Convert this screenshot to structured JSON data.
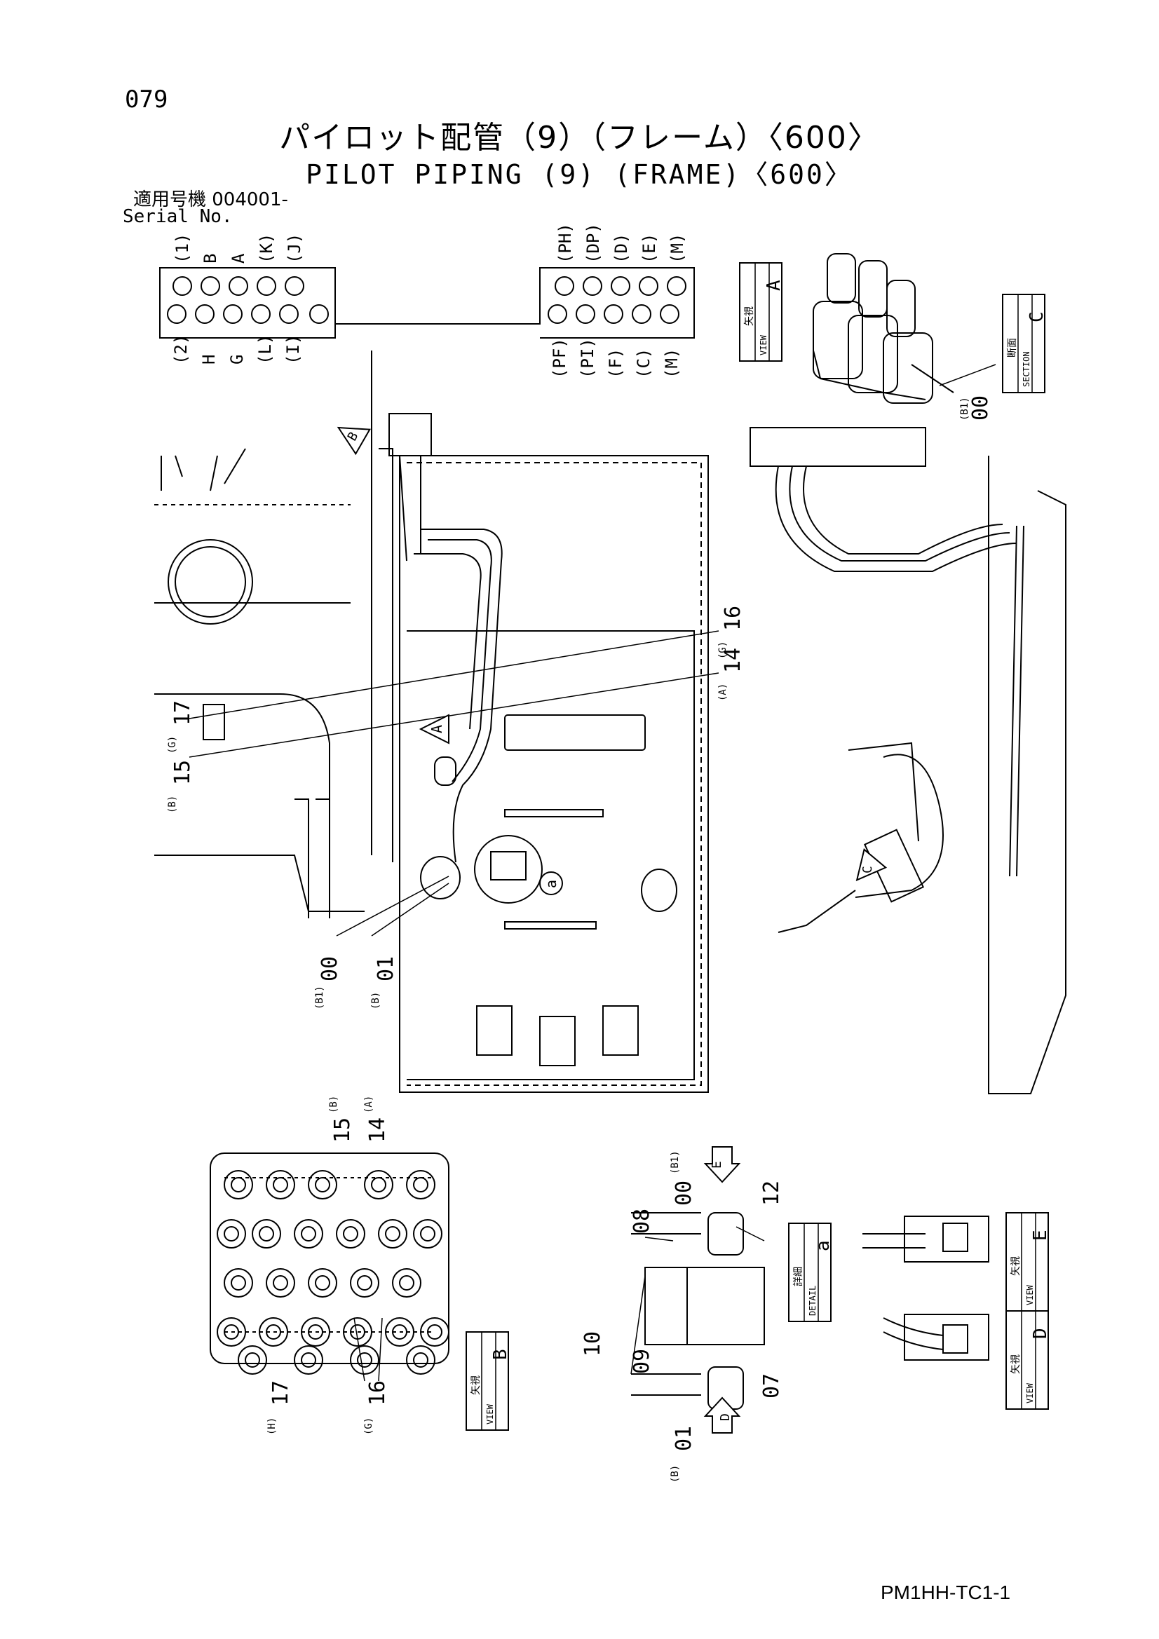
{
  "page_number": "079",
  "title_ja": "パイロット配管（9）（フレーム）〈600〉",
  "title_en": "PILOT PIPING (9) (FRAME)〈600〉",
  "serial_label_ja": "適用号機 004001-",
  "serial_label_en": "Serial No.",
  "document_code": "PM1HH-TC1-1",
  "view_labels": {
    "view_a": {
      "ja": "矢視",
      "en": "VIEW",
      "letter": "A"
    },
    "section_c": {
      "ja": "断面",
      "en": "SECTION",
      "letter": "C"
    },
    "view_b": {
      "ja": "矢視",
      "en": "VIEW",
      "letter": "B"
    },
    "detail_a": {
      "ja": "詳細",
      "en": "DETAIL",
      "letter": "a"
    },
    "view_e": {
      "ja": "矢視",
      "en": "VIEW",
      "letter": "E"
    },
    "view_d": {
      "ja": "矢視",
      "en": "VIEW",
      "letter": "D"
    }
  },
  "port_block_left": {
    "top": [
      "(1)",
      "B",
      "A",
      "(K)",
      "(J)"
    ],
    "bottom": [
      "(2)",
      "H",
      "G",
      "(L)",
      "(I)"
    ]
  },
  "port_block_right": {
    "top": [
      "(PH)",
      "(DP)",
      "(D)",
      "(E)",
      "(M)"
    ],
    "bottom": [
      "(PF)",
      "(PI)",
      "(F)",
      "(C)",
      "(M)"
    ]
  },
  "callouts": {
    "main": [
      {
        "num": "16",
        "sub": "(G)"
      },
      {
        "num": "14",
        "sub": "(A)"
      },
      {
        "num": "17",
        "sub": "(G)"
      },
      {
        "num": "15",
        "sub": "(B)"
      },
      {
        "num": "00",
        "sub": "(B1)"
      },
      {
        "num": "01",
        "sub": "(B)"
      }
    ],
    "section": {
      "num": "00",
      "sub": "(B1)"
    },
    "view_b": [
      {
        "num": "15",
        "sub": "(B)"
      },
      {
        "num": "14",
        "sub": "(A)"
      },
      {
        "num": "17",
        "sub": "(H)"
      },
      {
        "num": "16",
        "sub": "(G)"
      }
    ],
    "detail": [
      {
        "num": "08"
      },
      {
        "num": "00",
        "sub": "(B1)"
      },
      {
        "num": "12"
      },
      {
        "num": "10"
      },
      {
        "num": "09"
      },
      {
        "num": "01",
        "sub": "(B)"
      },
      {
        "num": "07"
      }
    ]
  },
  "arrow_markers": [
    "B",
    "A",
    "C",
    "a",
    "E",
    "D"
  ]
}
